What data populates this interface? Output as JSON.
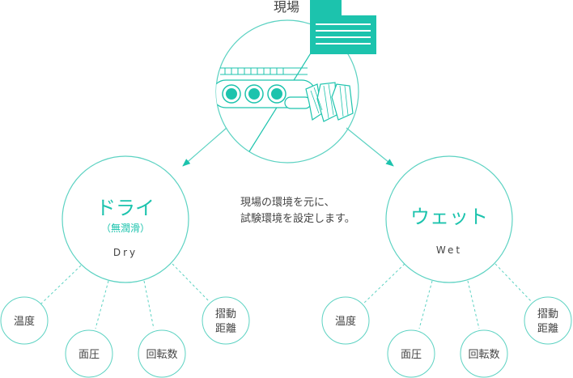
{
  "colors": {
    "accent": "#1cc3ad",
    "line": "#5cd2c2",
    "text": "#444444",
    "accent_text": "#1cc3ad"
  },
  "top": {
    "label": "現場",
    "icon": "factory-conveyor-icon"
  },
  "center_note": {
    "line1": "現場の環境を元に、",
    "line2": "試験環境を設定します。"
  },
  "dry": {
    "title": "ドライ",
    "subtitle": "（無潤滑）",
    "en": "Dry",
    "params": [
      {
        "label": "温度"
      },
      {
        "label": "面圧"
      },
      {
        "label": "回転数"
      },
      {
        "label1": "摺動",
        "label2": "距離"
      }
    ]
  },
  "wet": {
    "title": "ウェット",
    "en": "Wet",
    "params": [
      {
        "label": "温度"
      },
      {
        "label": "面圧"
      },
      {
        "label": "回転数"
      },
      {
        "label1": "摺動",
        "label2": "距離"
      }
    ]
  }
}
